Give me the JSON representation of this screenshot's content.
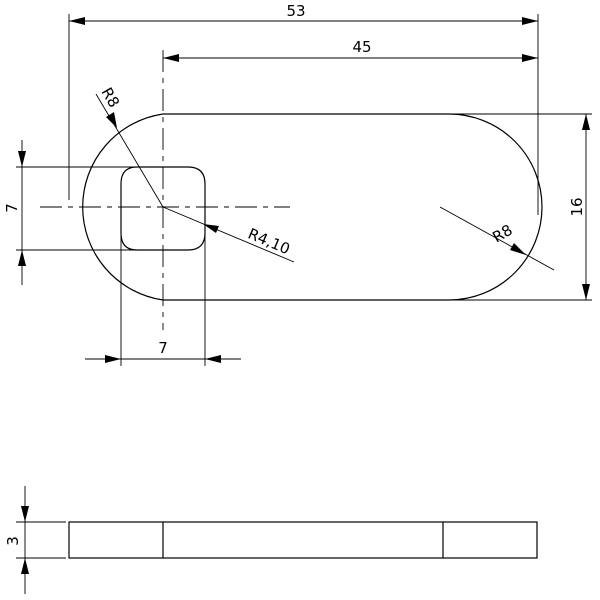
{
  "drawing": {
    "dimensions": {
      "overall_length": "53",
      "center_distance": "45",
      "width": "16",
      "end_radius_left": "R8",
      "end_radius_right": "R8",
      "square_height": "7",
      "square_width": "7",
      "corner_radius": "R4,10",
      "thickness": "3"
    }
  }
}
